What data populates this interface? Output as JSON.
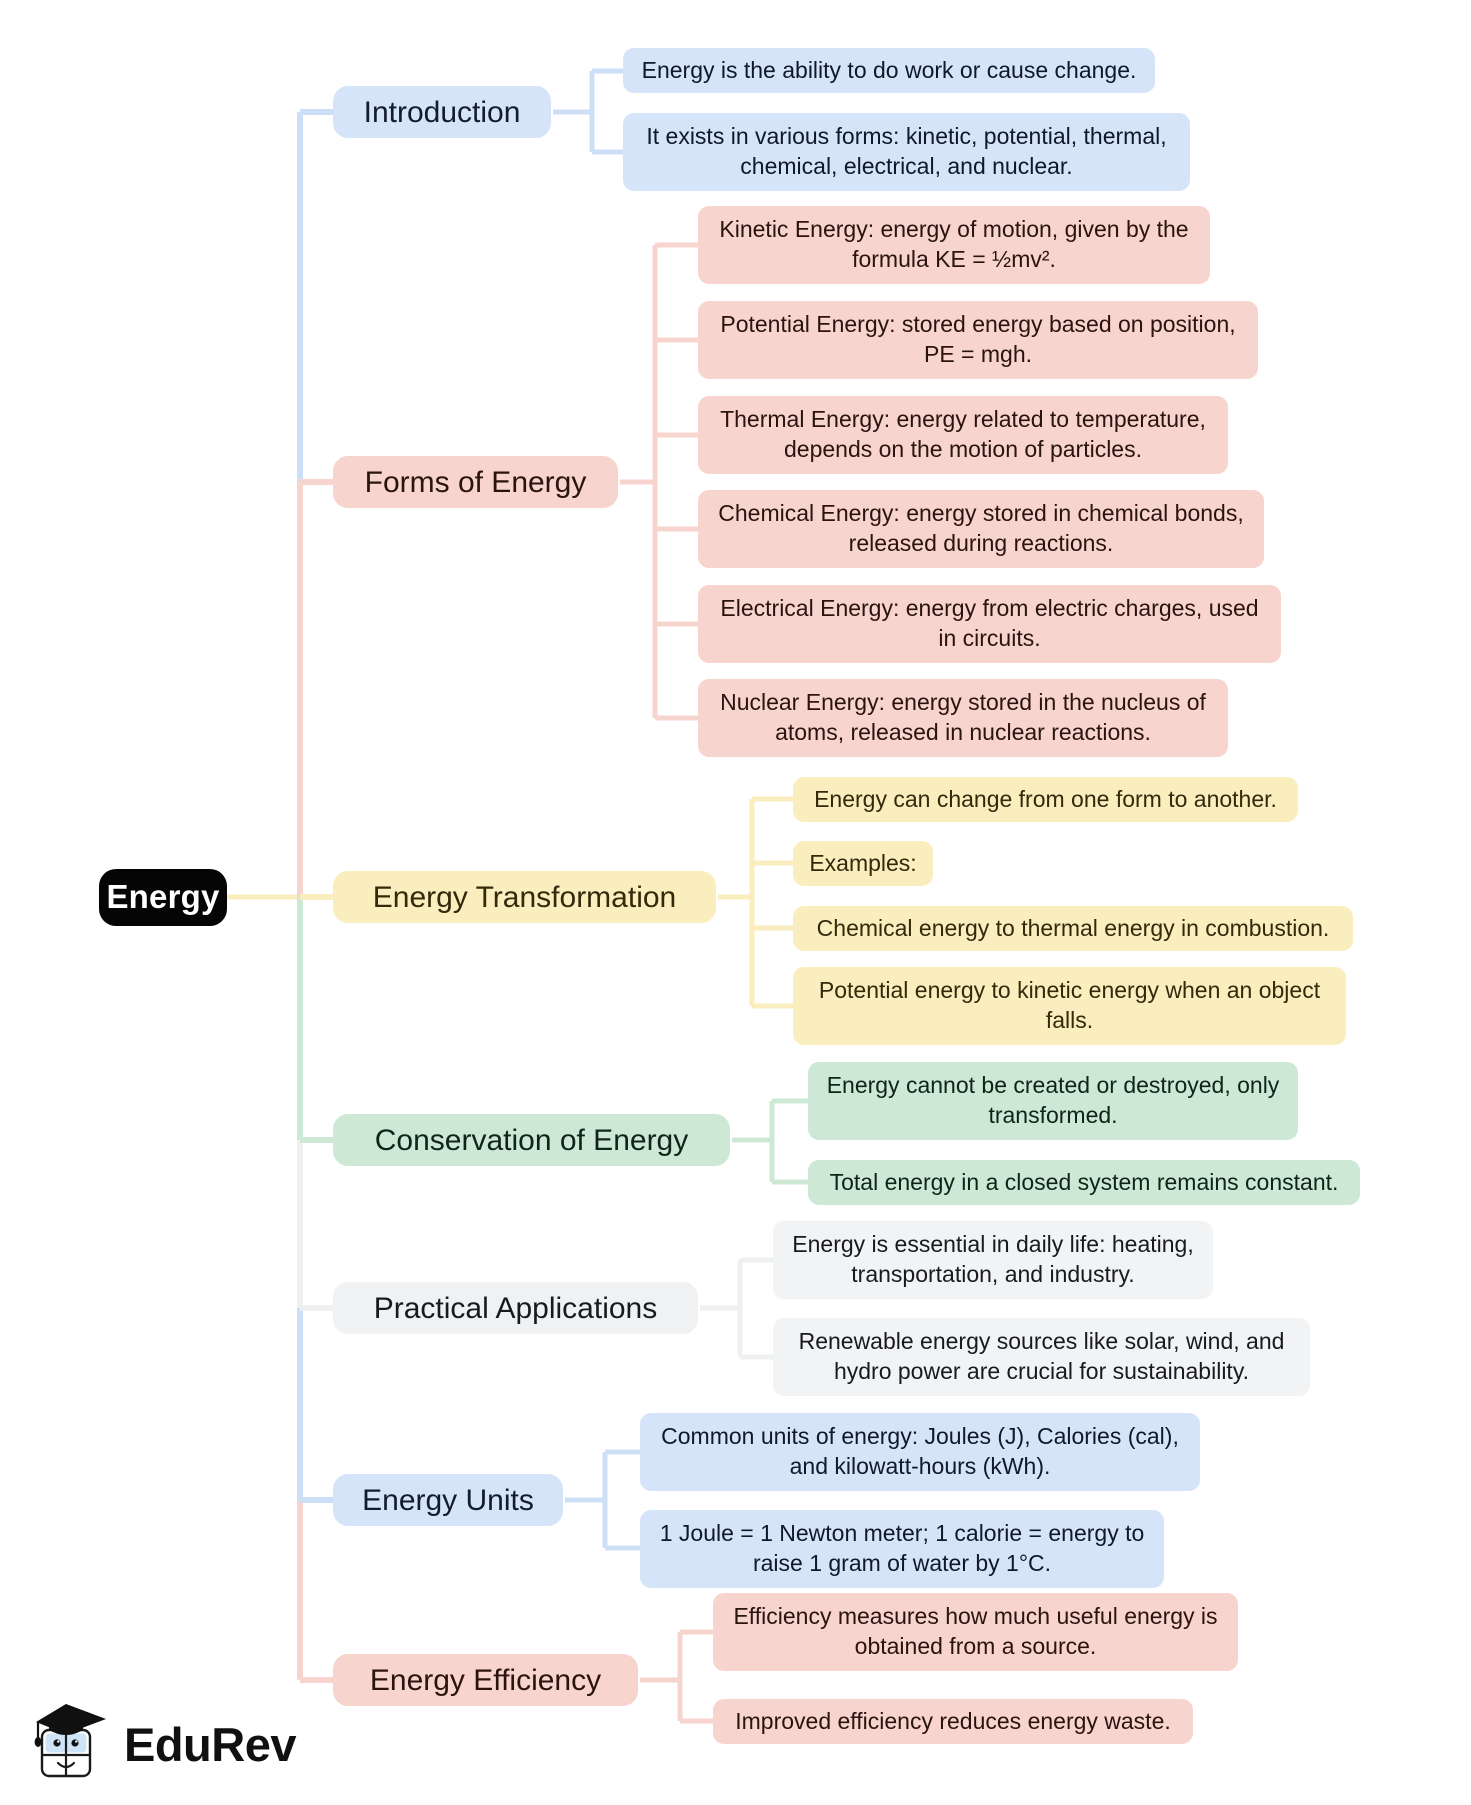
{
  "root": {
    "label": "Energy",
    "color": "#050505"
  },
  "palette": {
    "blue": "#d6e4fa",
    "pink": "#f7d4cd",
    "yellow": "#faeebe",
    "green": "#cde9d5",
    "grey": "#f0f1f2"
  },
  "branches": [
    {
      "label": "Introduction",
      "color": "blue",
      "children": [
        "Energy is the ability to do work or cause change.",
        "It exists in various forms: kinetic, potential, thermal, chemical, electrical, and nuclear."
      ]
    },
    {
      "label": "Forms of Energy",
      "color": "pink",
      "children": [
        "Kinetic Energy: energy of motion, given by the formula KE = ½mv².",
        "Potential Energy: stored energy based on position, PE = mgh.",
        "Thermal Energy: energy related to temperature, depends on the motion of particles.",
        "Chemical Energy: energy stored in chemical bonds, released during reactions.",
        "Electrical Energy: energy from electric charges, used in circuits.",
        "Nuclear Energy: energy stored in the nucleus of atoms, released in nuclear reactions."
      ]
    },
    {
      "label": "Energy Transformation",
      "color": "yellow",
      "children": [
        "Energy can change from one form to another.",
        "Examples:",
        "Chemical energy to thermal energy in combustion.",
        "Potential energy to kinetic energy when an object falls."
      ]
    },
    {
      "label": "Conservation of Energy",
      "color": "green",
      "children": [
        "Energy cannot be created or destroyed, only transformed.",
        "Total energy in a closed system remains constant."
      ]
    },
    {
      "label": "Practical Applications",
      "color": "grey",
      "children": [
        "Energy is essential in daily life: heating, transportation, and industry.",
        "Renewable energy sources like solar, wind, and hydro power are crucial for sustainability."
      ]
    },
    {
      "label": "Energy Units",
      "color": "blue",
      "children": [
        "Common units of energy: Joules (J), Calories (cal), and kilowatt-hours (kWh).",
        "1 Joule = 1 Newton meter; 1 calorie = energy to raise 1 gram of water by 1°C."
      ]
    },
    {
      "label": "Energy Efficiency",
      "color": "pink",
      "children": [
        "Efficiency measures how much useful energy is obtained from a source.",
        "Improved efficiency reduces energy waste."
      ]
    }
  ],
  "logo": {
    "text": "EduRev"
  }
}
